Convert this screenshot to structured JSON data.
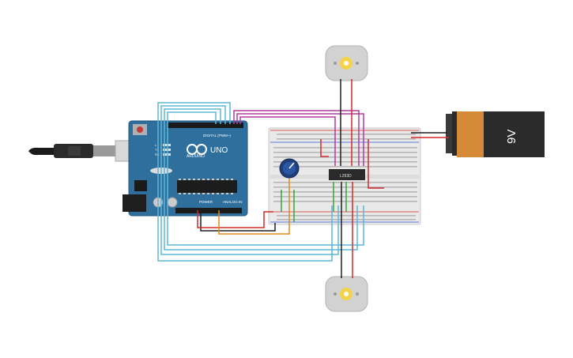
{
  "arduino": {
    "logo_text": "ARDUINO",
    "model_text": "UNO",
    "digital_header_label": "DIGITAL (PWM~)",
    "power_header_label": "POWER",
    "analog_header_label": "ANALOG IN",
    "led_labels": [
      "L",
      "TX",
      "RX"
    ]
  },
  "ic": {
    "label": "L293D"
  },
  "battery": {
    "label": "9V",
    "colors": {
      "terminal_end": "#d58a3a",
      "body": "#2b2b2b"
    }
  },
  "colors": {
    "wire_cyan": "#5bb7d5",
    "wire_magenta": "#b03a9a",
    "wire_red": "#d42a2a",
    "wire_black": "#1e1e1e",
    "wire_green": "#3aa33a",
    "wire_orange": "#e08a1c",
    "board_blue": "#2e6f9e",
    "breadboard": "#e9e9e9"
  }
}
